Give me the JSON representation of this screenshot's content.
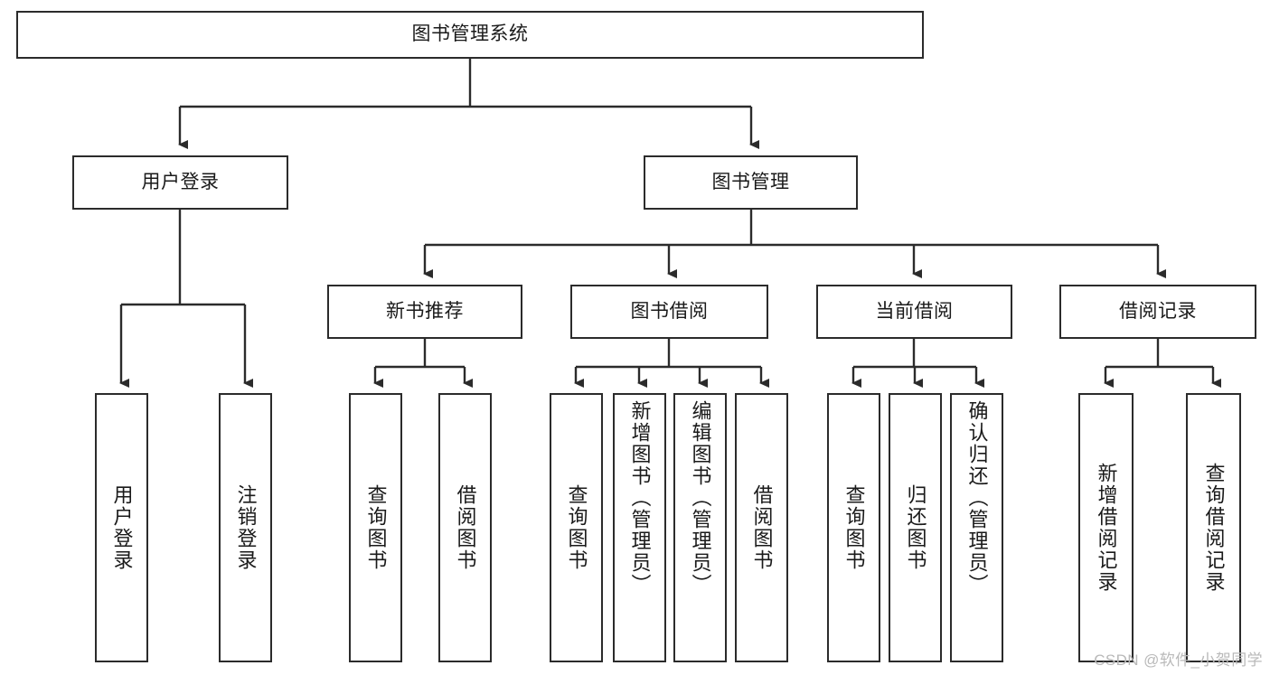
{
  "diagram": {
    "type": "tree",
    "title": "图书管理系统",
    "root": {
      "label": "图书管理系统"
    },
    "level1": [
      {
        "label": "用户登录"
      },
      {
        "label": "图书管理"
      }
    ],
    "level2": [
      {
        "label": "新书推荐",
        "parent": "图书管理"
      },
      {
        "label": "图书借阅",
        "parent": "图书管理"
      },
      {
        "label": "当前借阅",
        "parent": "图书管理"
      },
      {
        "label": "借阅记录",
        "parent": "图书管理"
      }
    ],
    "leaves": {
      "user_login": [
        {
          "label": "用户登录"
        },
        {
          "label": "注销登录"
        }
      ],
      "new_book_recommend": [
        {
          "label": "查询图书"
        },
        {
          "label": "借阅图书"
        }
      ],
      "book_borrow": [
        {
          "label": "查询图书"
        },
        {
          "label": "新增图书（管理员）"
        },
        {
          "label": "编辑图书（管理员）"
        },
        {
          "label": "借阅图书"
        }
      ],
      "current_borrow": [
        {
          "label": "查询图书"
        },
        {
          "label": "归还图书"
        },
        {
          "label": "确认归还（管理员）"
        }
      ],
      "borrow_record": [
        {
          "label": "新增借阅记录"
        },
        {
          "label": "查询借阅记录"
        }
      ]
    }
  },
  "watermark": {
    "text": "CSDN @软件_小贺同学"
  },
  "colors": {
    "stroke": "#2b2b2b",
    "fill": "#ffffff",
    "text": "#1a1a1a",
    "watermark": "#b9b9b9"
  }
}
